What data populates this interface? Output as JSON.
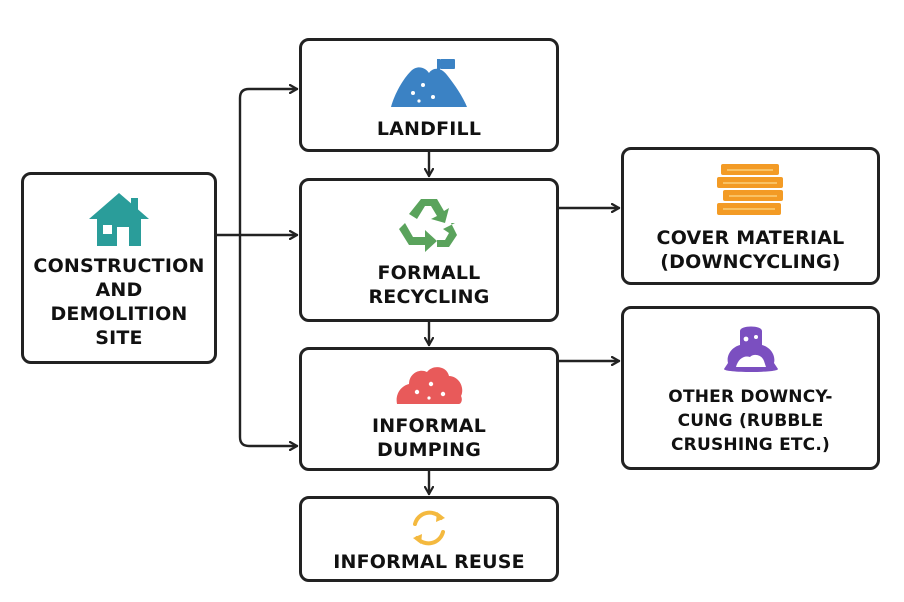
{
  "colors": {
    "border": "#222222",
    "arrow": "#222222",
    "house": "#2a9d9a",
    "landfill": "#3b82c4",
    "recycle": "#5aa35c",
    "dumping": "#e85a5a",
    "reuse": "#f4b93f",
    "cover": "#f39b25",
    "other": "#7b4fc0"
  },
  "nodes": {
    "construction": {
      "icon": "house-icon",
      "lines": [
        "CONSTRUCTION",
        "AND",
        "DEMOLITION",
        "SITE"
      ]
    },
    "landfill": {
      "icon": "landfill-mound-icon",
      "lines": [
        "LANDFILL"
      ]
    },
    "formal_recycling": {
      "icon": "recycle-icon",
      "lines": [
        "FORMALL",
        "RECYCLING"
      ]
    },
    "informal_dumping": {
      "icon": "dump-pile-icon",
      "lines": [
        "INFORMAL",
        "DUMPING"
      ]
    },
    "informal_reuse": {
      "icon": "reuse-arrows-icon",
      "lines": [
        "INFORMAL REUSE"
      ]
    },
    "cover_material": {
      "icon": "stacked-layers-icon",
      "lines": [
        "COVER MATERIAL",
        "(DOWNCYCLING)"
      ]
    },
    "other_downcycling": {
      "icon": "rubble-crusher-icon",
      "lines": [
        "OTHER DOWNCY-",
        "CUNG (RUBBLE",
        "CRUSHING ETC.)"
      ]
    }
  }
}
